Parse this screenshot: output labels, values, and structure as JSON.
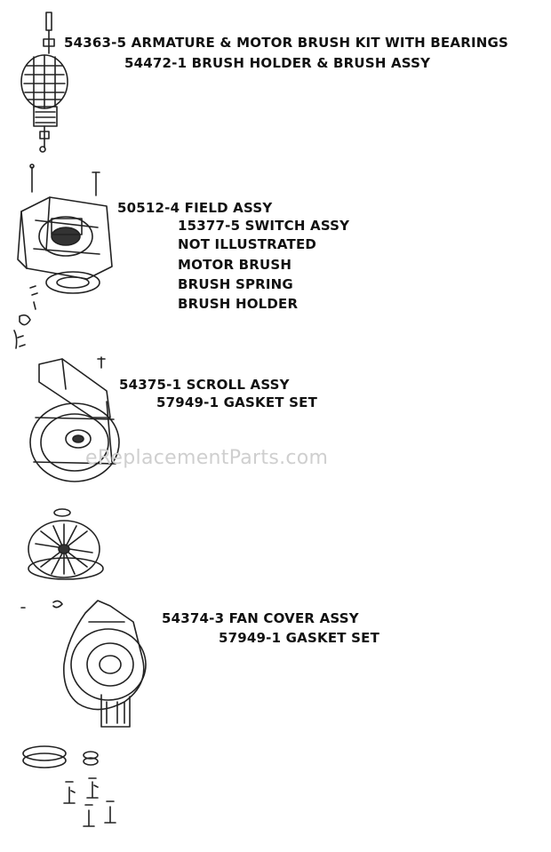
{
  "labels": {
    "armature": "54363-5 ARMATURE & MOTOR BRUSH KIT WITH BEARINGS",
    "brush_holder_assy": "54472-1 BRUSH HOLDER & BRUSH ASSY",
    "field_assy": "50512-4 FIELD ASSY",
    "switch_assy": "15377-5 SWITCH ASSY",
    "not_illustrated": "NOT ILLUSTRATED",
    "motor_brush": "MOTOR BRUSH",
    "brush_spring": "BRUSH SPRING",
    "brush_holder": "BRUSH HOLDER",
    "scroll_assy": "54375-1 SCROLL ASSY",
    "gasket_set_1": "57949-1 GASKET SET",
    "fan_cover_assy": "54374-3 FAN COVER ASSY",
    "gasket_set_2": "57949-1 GASKET SET"
  },
  "watermark": "eReplacementParts.com"
}
